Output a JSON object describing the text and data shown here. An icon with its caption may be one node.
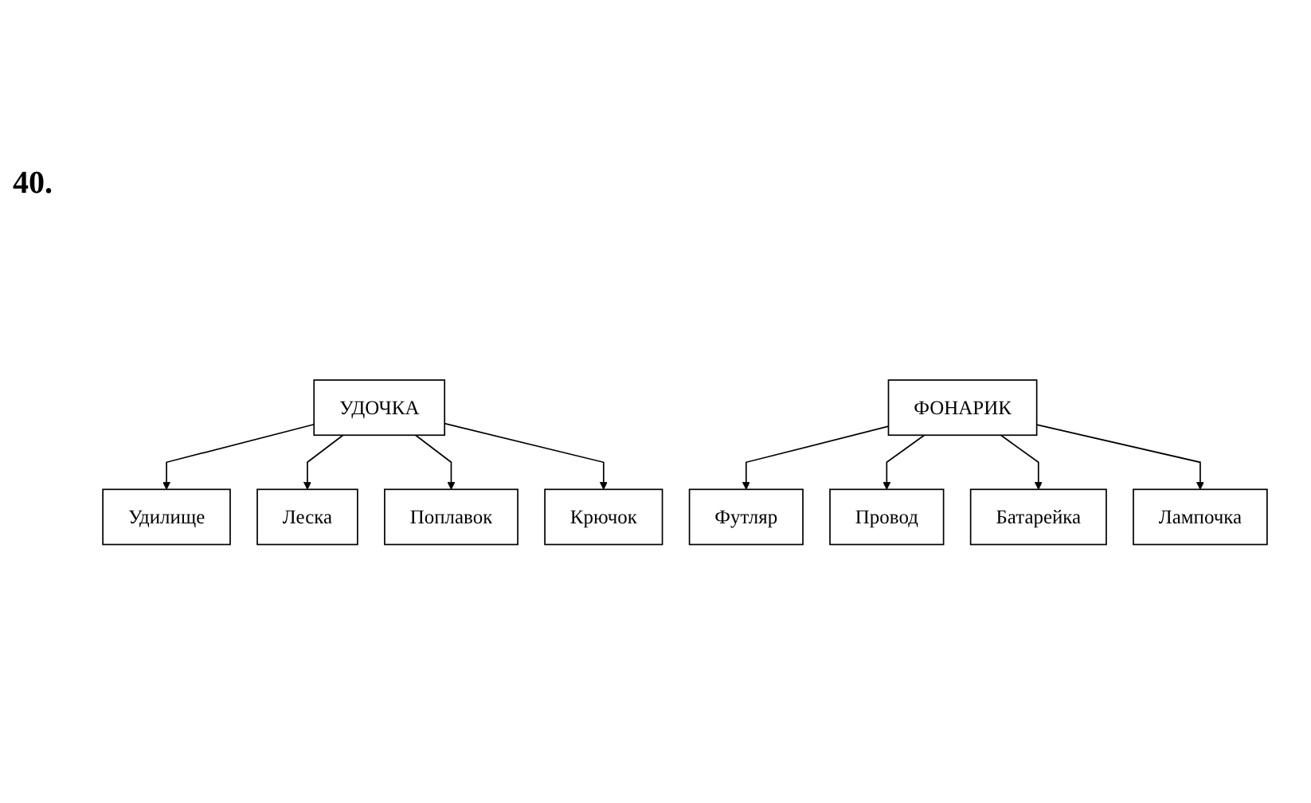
{
  "diagram": {
    "nodes": [
      {
        "text": [
          "УДОЧКА"
        ]
      },
      {
        "text": [
          "Удилище"
        ]
      },
      {
        "text": [
          "Леска"
        ]
      },
      {
        "text": [
          "Поплавок"
        ]
      },
      {
        "text": [
          "Крючок"
        ]
      },
      {
        "text": [
          "ФОНАРИК"
        ]
      },
      {
        "text": [
          "Футляр"
        ]
      },
      {
        "text": [
          "Провод"
        ]
      },
      {
        "text": [
          "Батарейка"
        ]
      },
      {
        "text": [
          "Лампочка"
        ]
      }
    ],
    "edges": [
      {
        "from": 0,
        "to": 1,
        "arrow": "to"
      },
      {
        "from": 0,
        "to": 2,
        "arrow": "to"
      },
      {
        "from": 0,
        "to": 3,
        "arrow": "to"
      },
      {
        "from": 0,
        "to": 4,
        "arrow": "to"
      },
      {
        "from": 5,
        "to": 6,
        "arrow": "to"
      },
      {
        "from": 5,
        "to": 7,
        "arrow": "to"
      },
      {
        "from": 5,
        "to": 8,
        "arrow": "to"
      },
      {
        "from": 5,
        "to": 9,
        "arrow": "to"
      }
    ],
    "labels": [
      "40."
    ]
  }
}
